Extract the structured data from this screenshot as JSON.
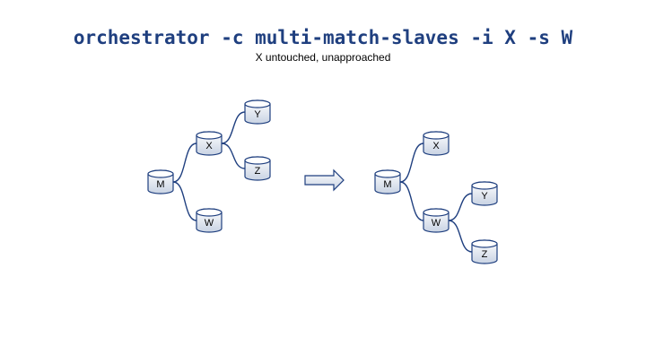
{
  "slide": {
    "title": "orchestrator -c multi-match-slaves -i X -s W",
    "subtitle": "X untouched, unapproached"
  },
  "before": {
    "nodes": {
      "M": "M",
      "X": "X",
      "Y": "Y",
      "Z": "Z",
      "W": "W"
    },
    "edges": [
      [
        "M",
        "X"
      ],
      [
        "M",
        "W"
      ],
      [
        "X",
        "Y"
      ],
      [
        "X",
        "Z"
      ]
    ]
  },
  "after": {
    "nodes": {
      "M": "M",
      "X": "X",
      "W": "W",
      "Y": "Y",
      "Z": "Z"
    },
    "edges": [
      [
        "M",
        "X"
      ],
      [
        "M",
        "W"
      ],
      [
        "W",
        "Y"
      ],
      [
        "W",
        "Z"
      ]
    ]
  },
  "colors": {
    "title": "#1f3f7f",
    "node_stroke": "#1f3f7f",
    "node_fill_top": "#ffffff",
    "node_fill_bottom": "#c9d3e3",
    "arrow_fill": "#dde4ef"
  }
}
